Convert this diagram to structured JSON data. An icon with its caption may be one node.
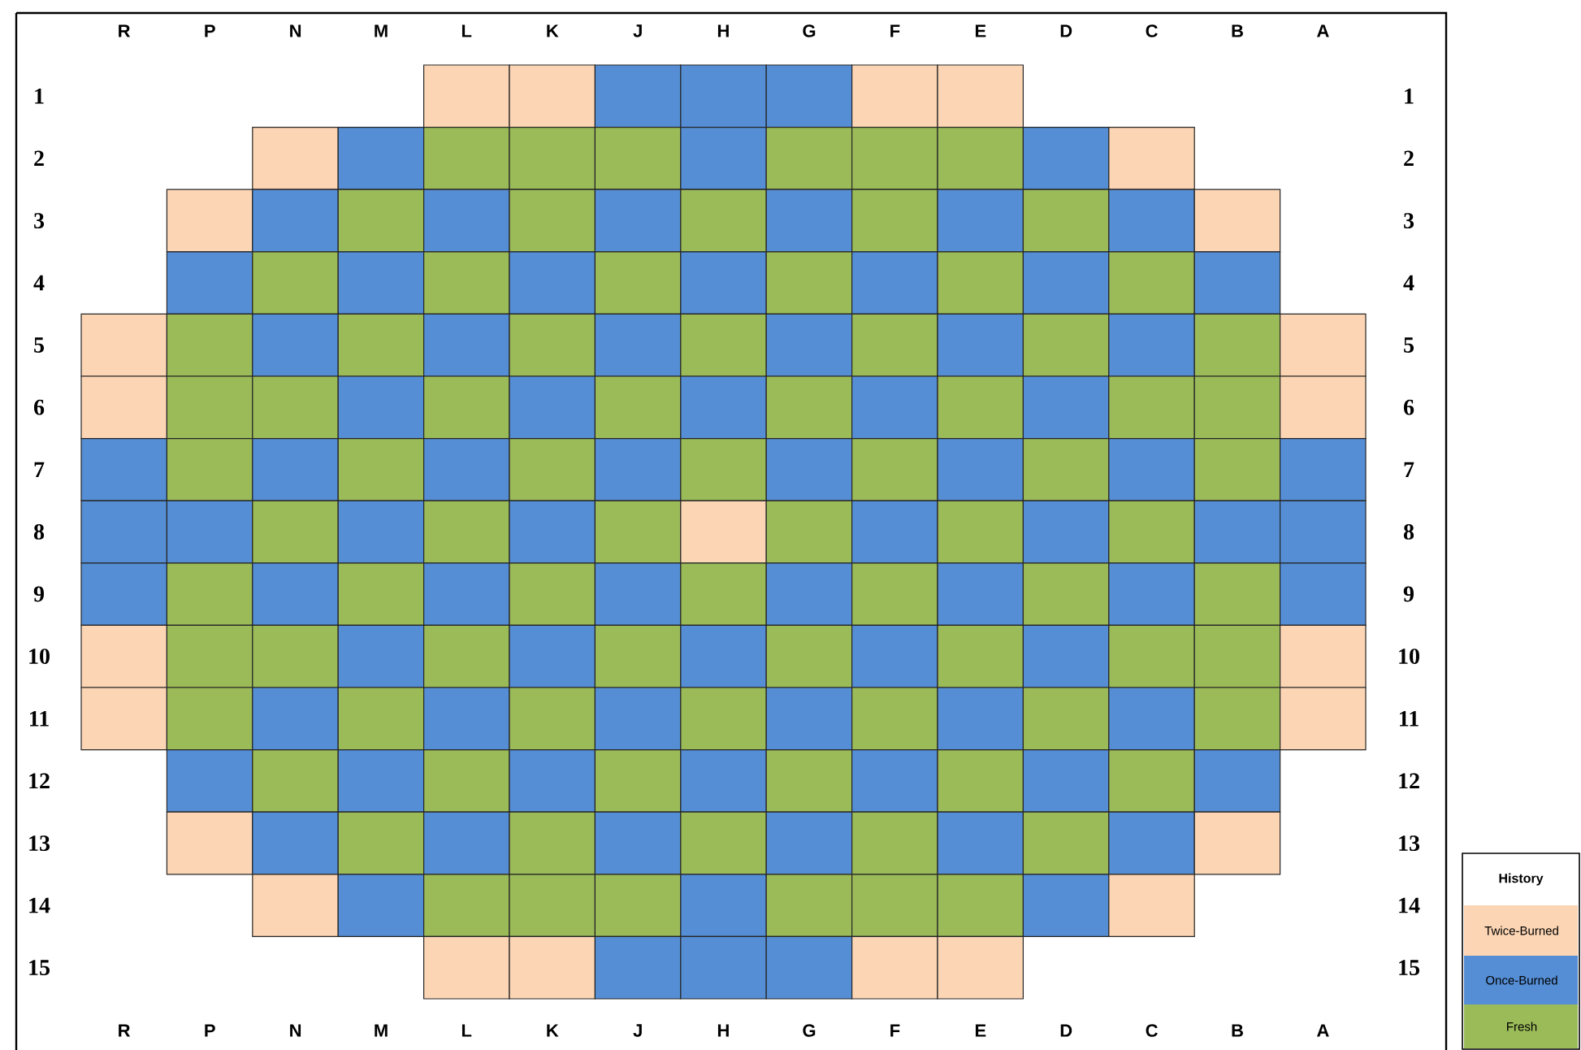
{
  "diagram": {
    "labels": [
      "R",
      "P",
      "N",
      "M",
      "L",
      "K",
      "J",
      "H",
      "G",
      "F",
      "E",
      "D",
      "C",
      "B",
      "A",
      "1",
      "1",
      "2",
      "2",
      "3",
      "3",
      "4",
      "4",
      "5",
      "5",
      "6",
      "6",
      "7",
      "7",
      "8",
      "8",
      "9",
      "9",
      "10",
      "10",
      "11",
      "11",
      "12",
      "12",
      "13",
      "13",
      "14",
      "14",
      "15",
      "15",
      "R",
      "P",
      "N",
      "M",
      "L",
      "K",
      "J",
      "H",
      "G",
      "F",
      "E",
      "D",
      "C",
      "B",
      "A",
      "History"
    ],
    "legend": [
      {
        "text": "Twice-Burned",
        "color": "#fcd5b4"
      },
      {
        "text": "Once-Burned",
        "color": "#558ed5"
      },
      {
        "text": "Fresh",
        "color": "#9bbb59"
      }
    ]
  }
}
